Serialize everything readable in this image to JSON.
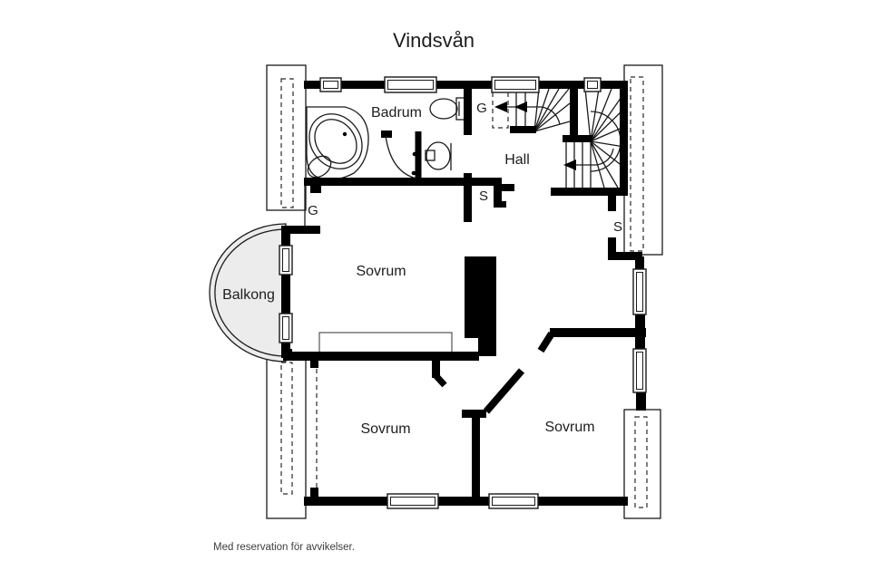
{
  "title": "Vindsvån",
  "footer": "Med reservation för avvikelser.",
  "rooms": {
    "badrum": "Badrum",
    "hall": "Hall",
    "balkong": "Balkong",
    "sovrum_upper": "Sovrum",
    "sovrum_lower_left": "Sovrum",
    "sovrum_lower_right": "Sovrum"
  },
  "closets": {
    "g_stairs": "G",
    "g_left": "G",
    "s_hall": "S",
    "s_right": "S"
  },
  "colors": {
    "walls": "#000000",
    "balcony_fill": "#ececec",
    "text": "#1d1d1d",
    "footer_text": "#3d3d3d",
    "background": "#ffffff"
  }
}
